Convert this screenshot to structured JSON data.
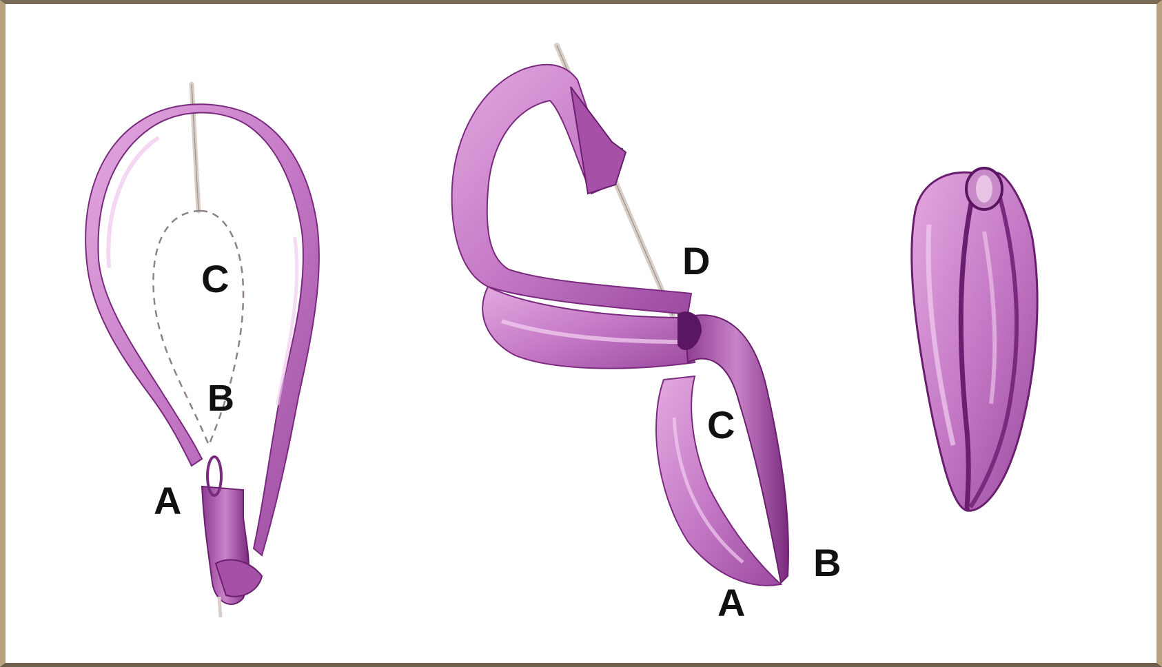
{
  "colors": {
    "ribbon_light": "#d38fd2",
    "ribbon_mid": "#b866b8",
    "ribbon_dark": "#7a2a7e",
    "needle": "#e8ddd6",
    "background": "#ffffff",
    "frame": "#b9a27f"
  },
  "figures": [
    {
      "name": "step-1",
      "labels": {
        "a": "A",
        "b": "B",
        "c": "C"
      }
    },
    {
      "name": "step-2",
      "labels": {
        "d": "D",
        "c": "C",
        "a": "A",
        "b": "B"
      }
    },
    {
      "name": "step-3",
      "labels": {}
    }
  ]
}
